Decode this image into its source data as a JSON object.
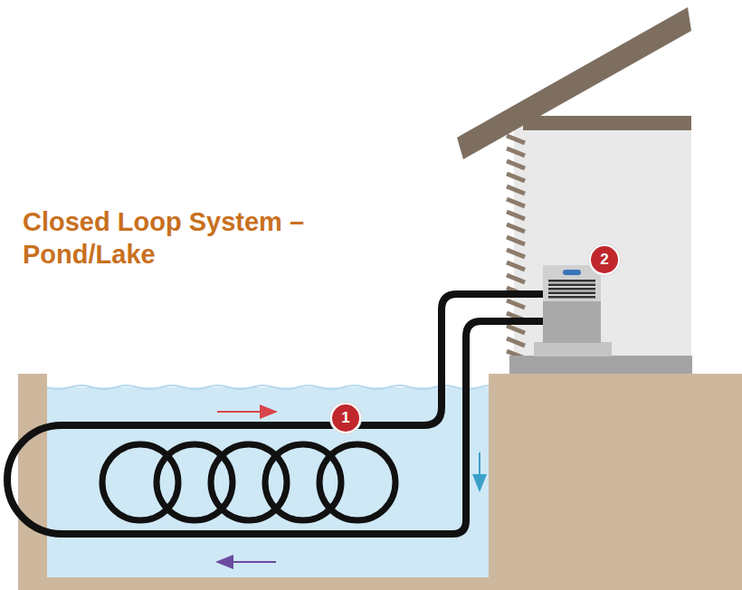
{
  "diagram": {
    "title": "Closed Loop System – Pond/Lake",
    "labels": [
      "1",
      "2"
    ]
  }
}
